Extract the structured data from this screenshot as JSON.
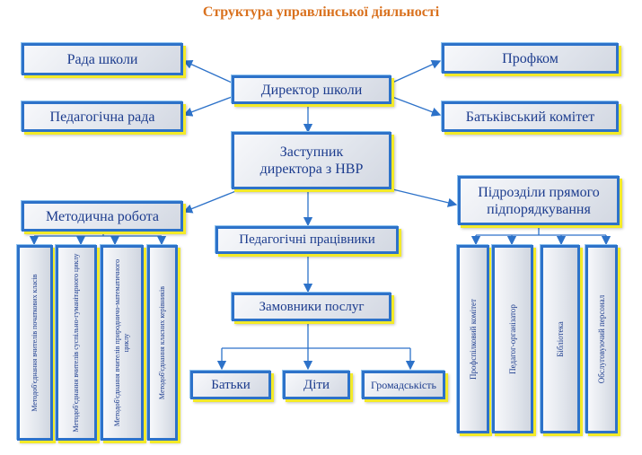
{
  "title": "Структура управлінської діяльності",
  "nodes": {
    "rada": "Рада школи",
    "ped_rada": "Педагогічна рада",
    "director": "Директор школи",
    "profkom": "Профком",
    "batk_komitet": "Батьківський комітет",
    "zastupnyk_line1": "Заступник",
    "zastupnyk_line2": "директора з НВР",
    "metod_robota": "Методична робота",
    "pidrozdily_line1": "Підрозділи прямого",
    "pidrozdily_line2": "підпорядкування",
    "ped_pracivnyky": "Педагогічні працівники",
    "zamovnyky": "Замовники послуг",
    "batky": "Батьки",
    "dity": "Діти",
    "gromadskist": "Громадськість"
  },
  "methodical": [
    "Методоб'єднання вчителів початкових класів",
    "Методоб'єднання вчителів суспільно-гуманітарного циклу",
    "Методоб'єднання вчителів природничо-математичного циклу",
    "Методоб'єднання класних керівників"
  ],
  "subdivisions": [
    "Профспілковий комітет",
    "Педагог-організатор",
    "Бібліотека",
    "Обслуговуючий персонал"
  ],
  "colors": {
    "accent": "#2d72c9",
    "shadow": "#f3ea29",
    "title": "#d9711e",
    "text": "#1c3c8e"
  }
}
